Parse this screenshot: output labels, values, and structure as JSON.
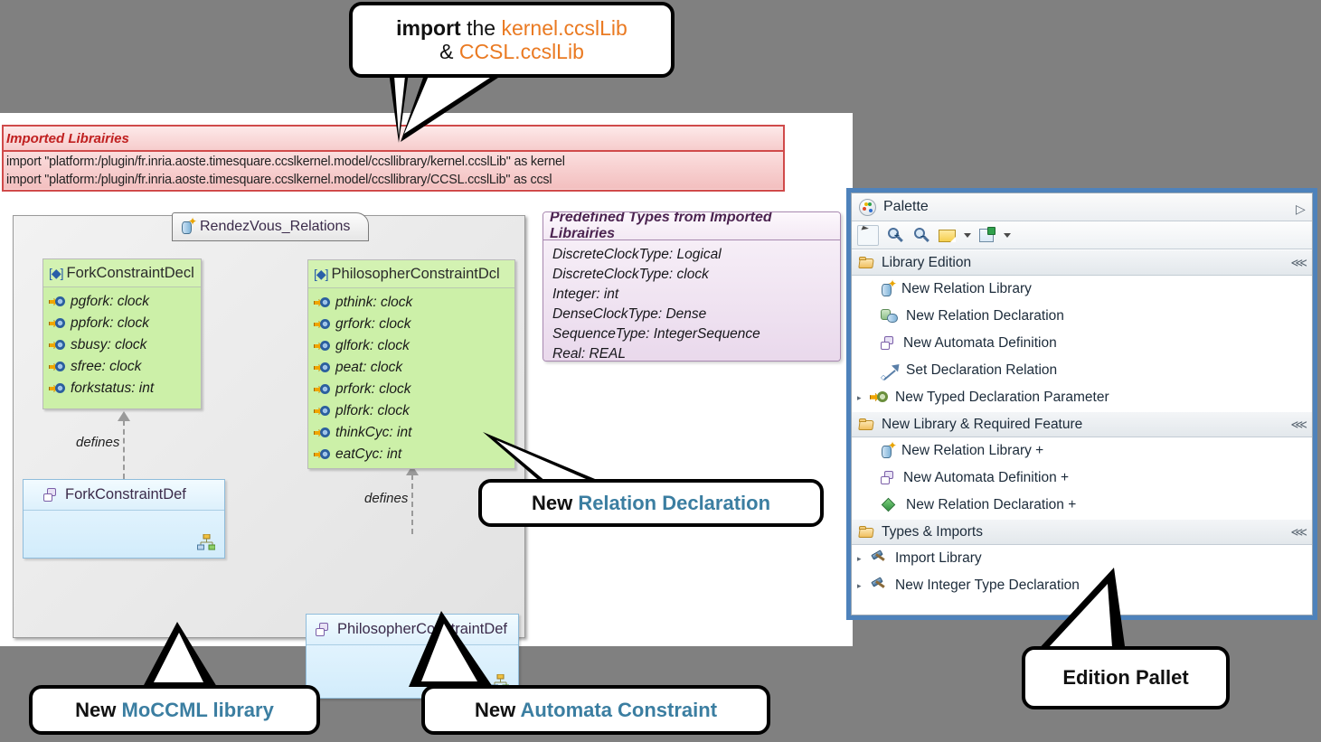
{
  "callouts": {
    "import": {
      "w1": "import",
      "w2": " the ",
      "w3": "kernel.ccslLib",
      "w4": "& ",
      "w5": "CCSL.ccslLib"
    },
    "relation_declaration": {
      "black": "New ",
      "blue": "Relation Declaration"
    },
    "moccml": {
      "black": "New ",
      "blue": "MoCCML library"
    },
    "automata": {
      "black": "New ",
      "blue": "Automata Constraint"
    },
    "edition_pallet": {
      "black": "Edition Pallet"
    }
  },
  "imported_libraries": {
    "header": "Imported Librairies",
    "lines": [
      "import \"platform:/plugin/fr.inria.aoste.timesquare.ccslkernel.model/ccsllibrary/kernel.ccslLib\" as kernel",
      "import \"platform:/plugin/fr.inria.aoste.timesquare.ccslkernel.model/ccsllibrary/CCSL.ccslLib\" as ccsl"
    ]
  },
  "diagram": {
    "tab_label": "RendezVous_Relations",
    "fork_declaration": {
      "stereotype": "[◆]",
      "name": "ForkConstraintDecl",
      "attributes": [
        "pgfork: clock",
        "ppfork: clock",
        "sbusy: clock",
        "sfree: clock",
        "forkstatus: int"
      ]
    },
    "philosopher_declaration": {
      "stereotype": "[◆]",
      "name": "PhilosopherConstraintDcl",
      "attributes": [
        "pthink: clock",
        "grfork: clock",
        "glfork: clock",
        "peat: clock",
        "prfork: clock",
        "plfork: clock",
        "thinkCyc: int",
        "eatCyc: int"
      ]
    },
    "fork_definition": {
      "name": "ForkConstraintDef"
    },
    "philosopher_definition": {
      "name": "PhilosopherConstraintDef"
    },
    "connector_label_1": "defines",
    "connector_label_2": "defines"
  },
  "predefined_types": {
    "header": "Predefined Types from Imported Librairies",
    "lines": [
      "DiscreteClockType: Logical",
      "DiscreteClockType: clock",
      "Integer: int",
      "DenseClockType: Dense",
      "SequenceType: IntegerSequence",
      "Real: REAL"
    ]
  },
  "palette": {
    "title": "Palette",
    "sections": [
      {
        "label": "Library Edition",
        "items": [
          {
            "label": "New Relation Library",
            "icon": "library-icon",
            "expandable": false
          },
          {
            "label": "New Relation Declaration",
            "icon": "relation-declaration-icon",
            "expandable": false
          },
          {
            "label": "New Automata Definition",
            "icon": "automata-icon",
            "expandable": false
          },
          {
            "label": "Set Declaration Relation",
            "icon": "set-relation-icon",
            "expandable": false
          },
          {
            "label": "New Typed Declaration Parameter",
            "icon": "typed-parameter-icon",
            "expandable": true
          }
        ]
      },
      {
        "label": "New Library & Required Feature",
        "items": [
          {
            "label": "New Relation Library +",
            "icon": "library-icon",
            "expandable": false
          },
          {
            "label": "New Automata Definition +",
            "icon": "automata-icon",
            "expandable": false
          },
          {
            "label": "New Relation Declaration +",
            "icon": "green-diamond-icon",
            "expandable": false
          }
        ]
      },
      {
        "label": "Types & Imports",
        "items": [
          {
            "label": "Import Library",
            "icon": "hammer-icon",
            "expandable": true
          },
          {
            "label": "New Integer Type Declaration",
            "icon": "hammer-icon",
            "expandable": true
          }
        ]
      }
    ]
  },
  "colors": {
    "background": "#808080",
    "palette_border": "#4e82bb",
    "declaration_green": "#ccf0a8",
    "definition_blue": "#d2ecfb",
    "imported_red": "#d04a4a",
    "predefined_purple": "#a888b0",
    "callout_accent_blue": "#3b7ea1",
    "callout_accent_orange": "#ea7a22"
  }
}
